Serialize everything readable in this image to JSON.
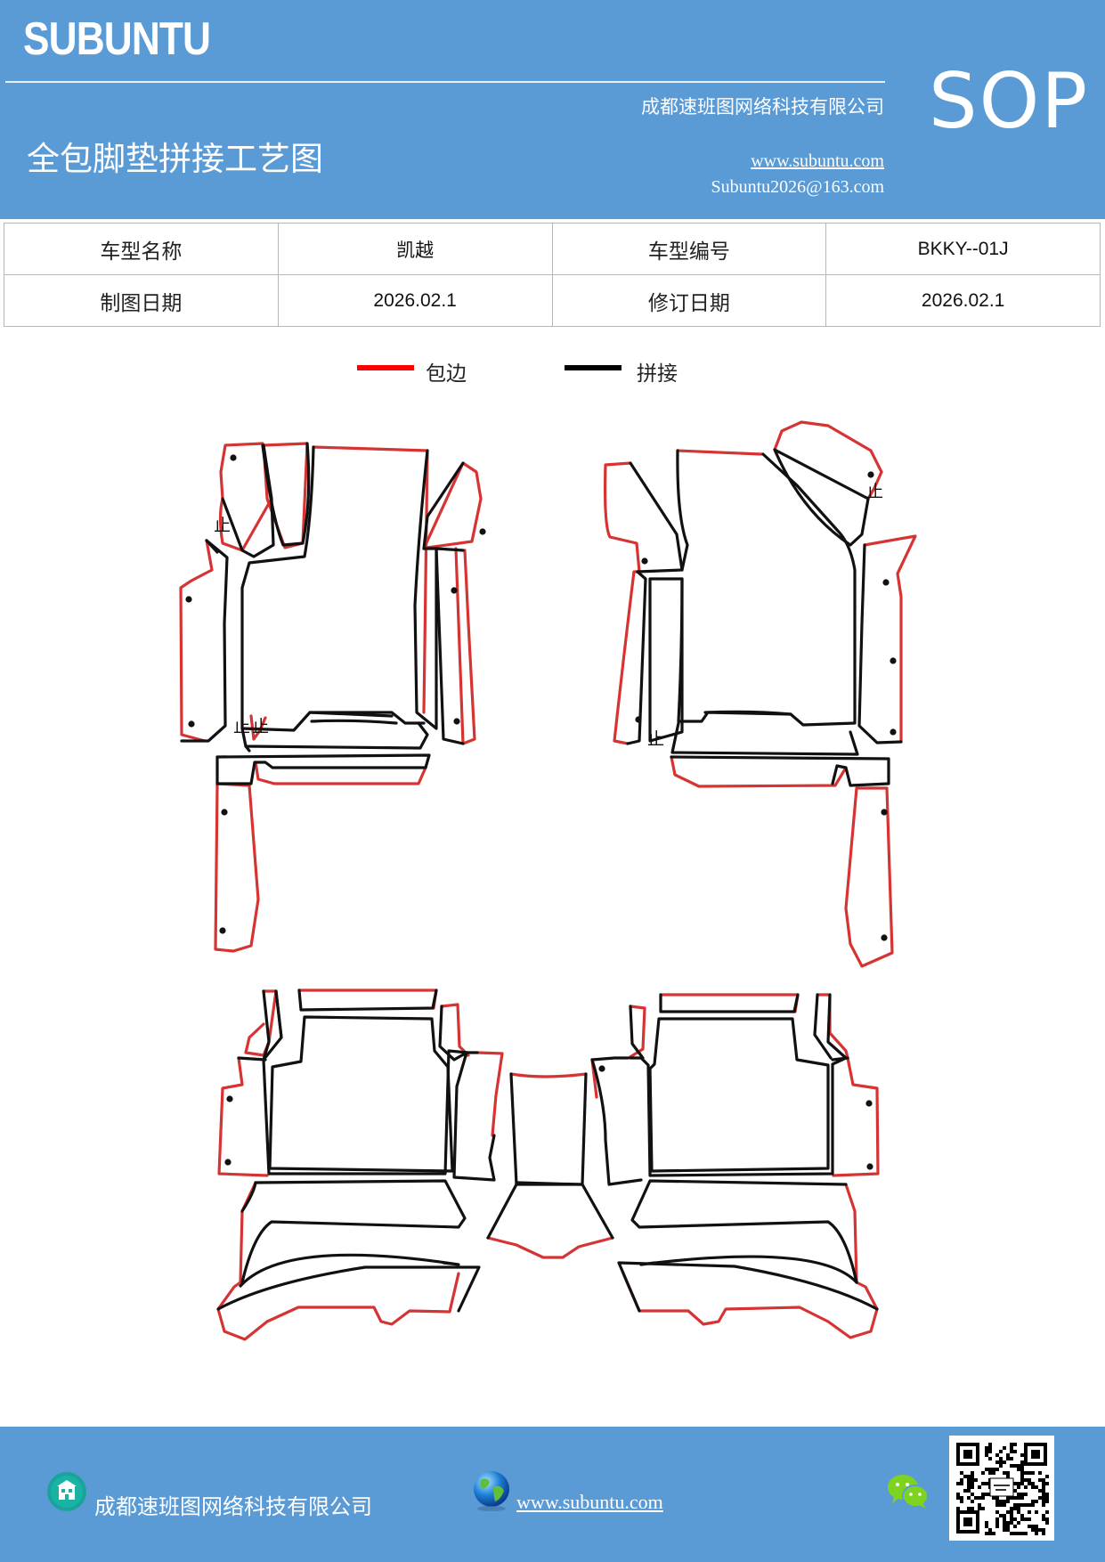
{
  "header": {
    "brand": "SUBUNTU",
    "company": "成都速班图网络科技有限公司",
    "title": "全包脚垫拼接工艺图",
    "website": "www.subuntu.com",
    "email": "Subuntu2026@163.com",
    "badge": "SOP"
  },
  "info": {
    "model_name_label": "车型名称",
    "model_name": "凯越",
    "model_code_label": "车型编号",
    "model_code": "BKKY--01J",
    "draw_date_label": "制图日期",
    "draw_date": "2026.02.1",
    "revise_date_label": "修订日期",
    "revise_date": "2026.02.1"
  },
  "legend": {
    "hem_label": "包边",
    "hem_color": "#ff0000",
    "seam_label": "拼接",
    "seam_color": "#000000"
  },
  "diagram": {
    "stop_mark": "止"
  },
  "footer": {
    "company": "成都速班图网络科技有限公司",
    "website": "www.subuntu.com",
    "icons": [
      "building-icon",
      "globe-icon",
      "wechat-icon",
      "qr-code"
    ]
  }
}
